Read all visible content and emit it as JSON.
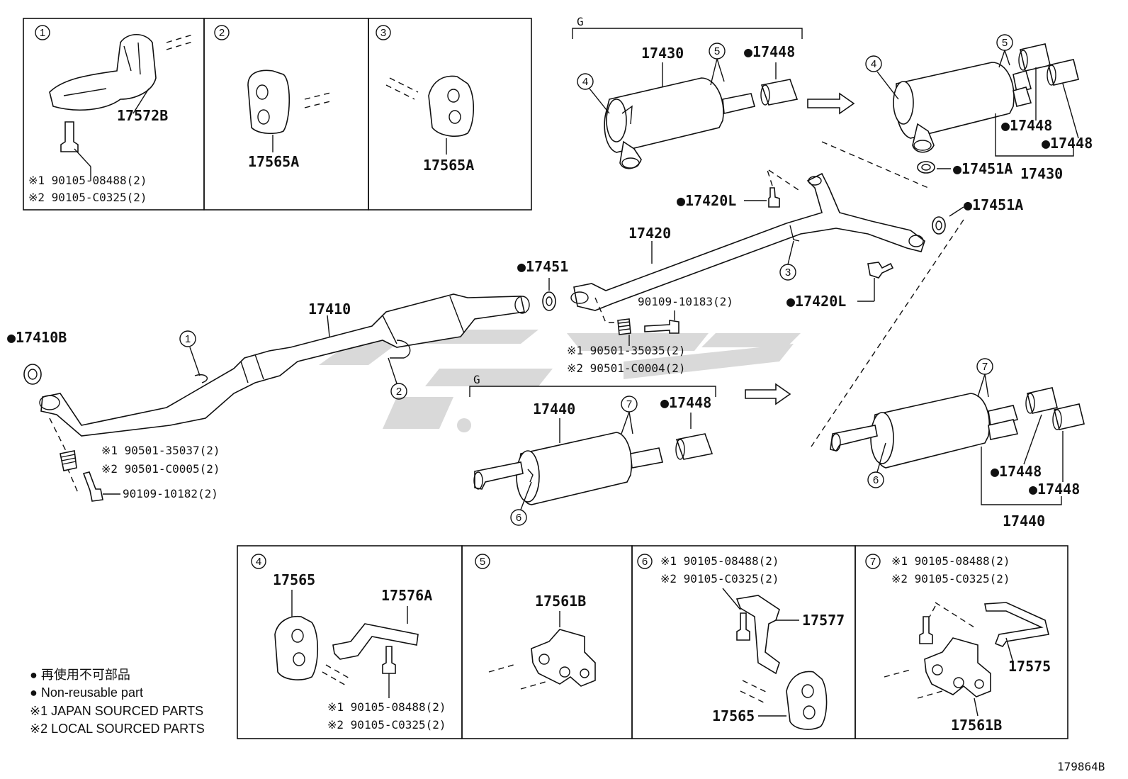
{
  "legend": {
    "non_reusable_jp": "● 再使用不可部品",
    "non_reusable_en": "● Non-reusable part",
    "japan_sourced": "※1 JAPAN SOURCED PARTS",
    "local_sourced": "※2 LOCAL SOURCED PARTS"
  },
  "figure_id": "179864B",
  "group_label": "G",
  "inset1": {
    "num": "1",
    "part": "17572B",
    "bolt1": "※1 90105-08488(2)",
    "bolt2": "※2 90105-C0325(2)"
  },
  "inset2": {
    "num": "2",
    "part": "17565A"
  },
  "inset3": {
    "num": "3",
    "part": "17565A"
  },
  "inset4": {
    "num": "4",
    "part_a": "17565",
    "part_b": "17576A",
    "bolt1": "※1 90105-08488(2)",
    "bolt2": "※2 90105-C0325(2)"
  },
  "inset5": {
    "num": "5",
    "part": "17561B"
  },
  "inset6": {
    "num": "6",
    "bolt1": "※1 90105-08488(2)",
    "bolt2": "※2 90105-C0325(2)",
    "part_a": "17577",
    "part_b": "17565"
  },
  "inset7": {
    "num": "7",
    "bolt1": "※1 90105-08488(2)",
    "bolt2": "※2 90105-C0325(2)",
    "part_a": "17575",
    "part_b": "17561B"
  },
  "main": {
    "p17410b": "●17410B",
    "p17410": "17410",
    "p17451": "●17451",
    "p17420": "17420",
    "p17420l_top": "●17420L",
    "p17420l_bot": "●17420L",
    "p17451a_right": "●17451A",
    "p17451a_top": "●17451A",
    "bolt_90109_10183": "90109-10183(2)",
    "spring_1": "※1 90501-35035(2)",
    "spring_2": "※2 90501-C0004(2)",
    "front_spring_1": "※1 90501-35037(2)",
    "front_spring_2": "※2 90501-C0005(2)",
    "bolt_90109_10182": "90109-10182(2)",
    "p17430_a": "17430",
    "p17448_a": "●17448",
    "p17448_b": "●17448",
    "p17448_c": "●17448",
    "p17430_b": "17430",
    "p17440_a": "17440",
    "p17448_d": "●17448",
    "p17448_e": "●17448",
    "p17448_f": "●17448",
    "p17440_b": "17440",
    "c1": "1",
    "c2": "2",
    "c3": "3",
    "c4a": "4",
    "c4b": "4",
    "c5a": "5",
    "c5b": "5",
    "c6a": "6",
    "c6b": "6",
    "c7a": "7",
    "c7b": "7"
  }
}
